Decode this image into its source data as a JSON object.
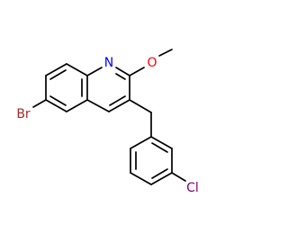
{
  "molecule": {
    "atoms": {
      "bromine": {
        "symbol": "Br",
        "color": "#a52a2a"
      },
      "nitrogen": {
        "symbol": "N",
        "color": "#0000ff"
      },
      "oxygen": {
        "symbol": "O",
        "color": "#ff0000"
      },
      "chlorine": {
        "symbol": "Cl",
        "color": "#800080"
      }
    },
    "bond_color": "#000000"
  }
}
